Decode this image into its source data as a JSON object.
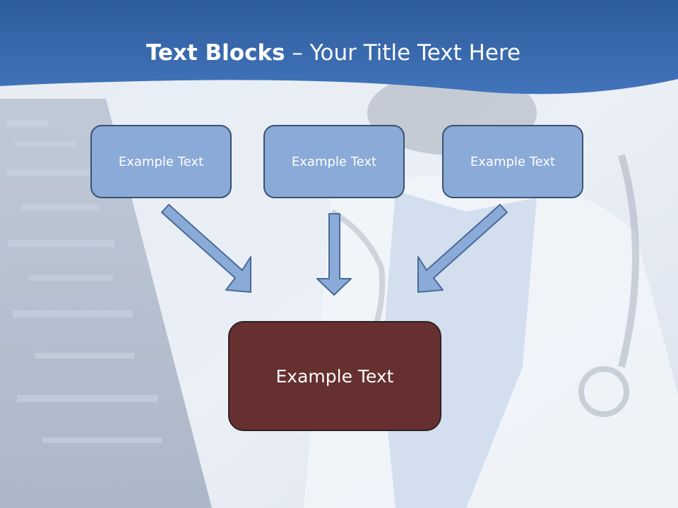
{
  "title": {
    "bold": "Text Blocks",
    "separator": " – ",
    "rest": "Your Title Text Here"
  },
  "top_boxes": [
    {
      "label": "Example Text"
    },
    {
      "label": "Example Text"
    },
    {
      "label": "Example Text"
    }
  ],
  "bottom_box": {
    "label": "Example Text"
  },
  "colors": {
    "header_band": "#3e6db2",
    "top_box_fill": "#8aaad8",
    "top_box_border": "#3b5170",
    "bottom_box_fill": "#662f30",
    "arrow_fill": "#8aaad8",
    "arrow_stroke": "#4a6a98"
  }
}
